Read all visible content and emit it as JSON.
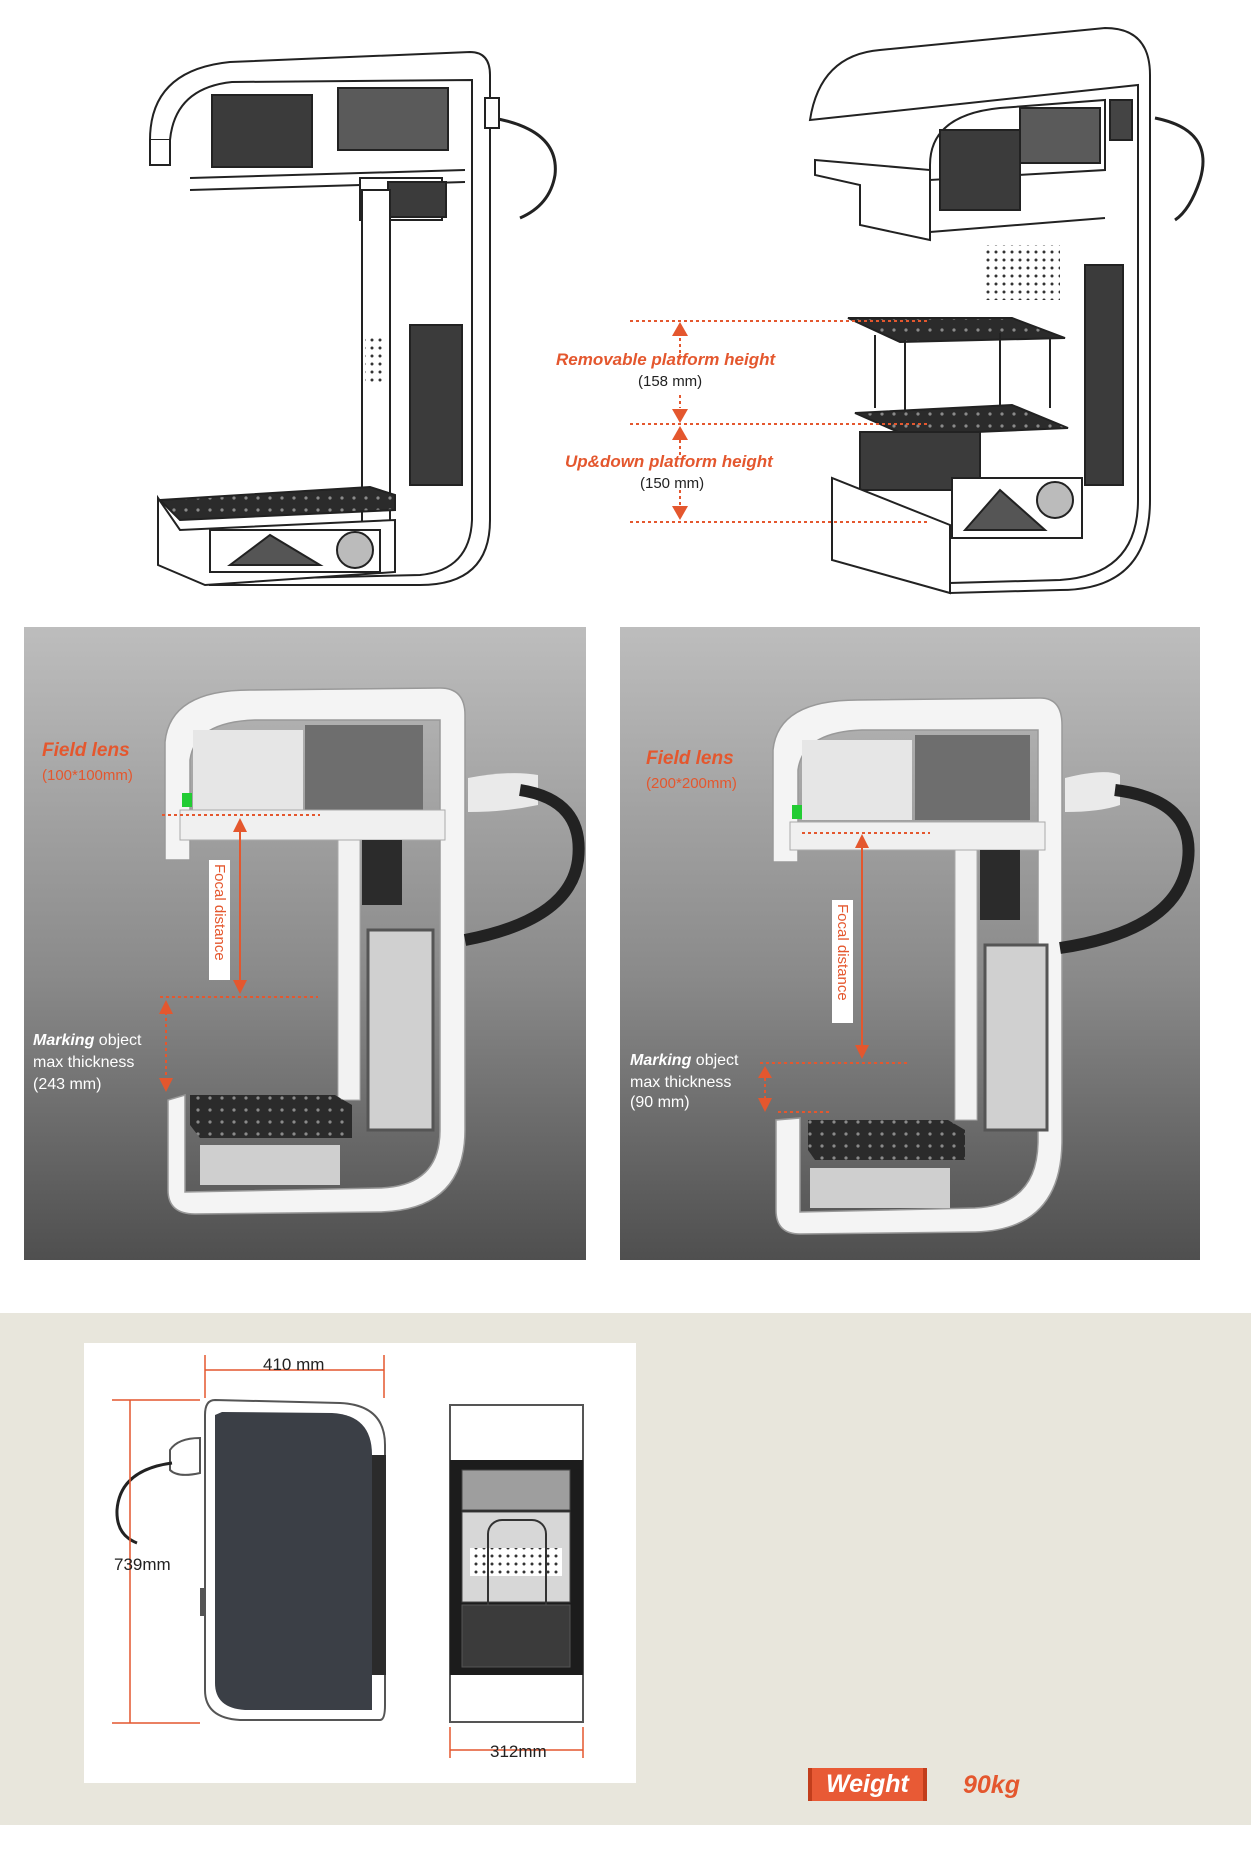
{
  "top_diagram": {
    "removable_platform": {
      "label": "Removable platform height",
      "value": "(158 mm)"
    },
    "updown_platform": {
      "label": "Up&down platform height",
      "value": "(150 mm)"
    }
  },
  "panel_left": {
    "field_lens_label": "Field lens",
    "field_lens_value": "(100*100mm)",
    "focal_label": "Focal distance",
    "marking_bold": "Marking",
    "marking_rest": " object",
    "max_thickness": "max thickness",
    "thickness_value": "(243 mm)"
  },
  "panel_right": {
    "field_lens_label": "Field lens",
    "field_lens_value": "(200*200mm)",
    "focal_label": "Focal distance",
    "marking_bold": "Marking",
    "marking_rest": " object",
    "max_thickness": "max thickness",
    "thickness_value": "(90 mm)"
  },
  "dimensions": {
    "width": "410 mm",
    "height": "739mm",
    "depth": "312mm"
  },
  "weight": {
    "label": "Weight",
    "value": "90kg"
  },
  "colors": {
    "accent": "#e4572e",
    "band": "#e8e6dc",
    "panel_dark": "#5a5a5a"
  }
}
